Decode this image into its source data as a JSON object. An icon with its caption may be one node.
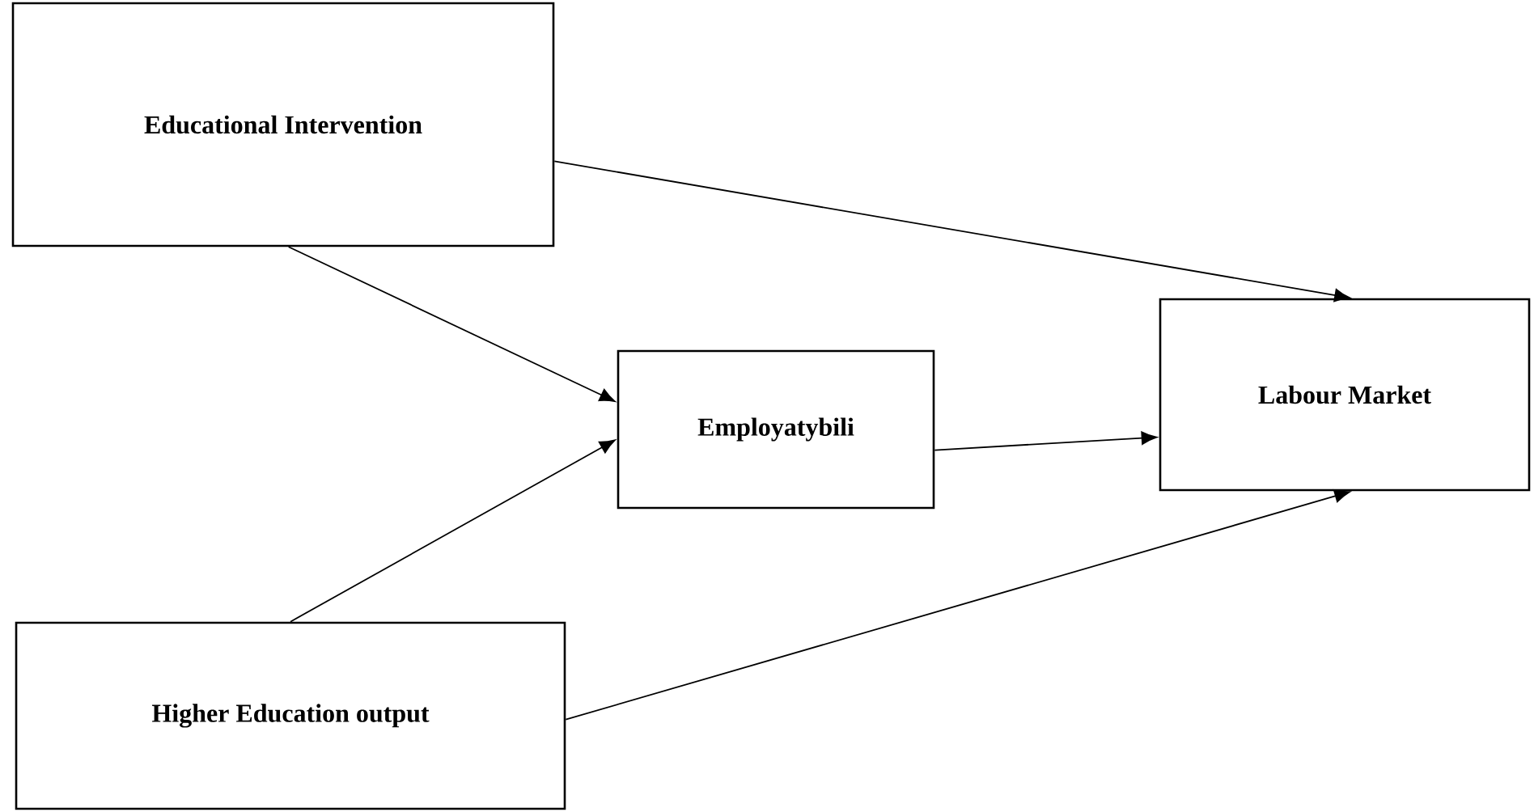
{
  "diagram": {
    "nodes": [
      {
        "text": [
          "Educational Intervention"
        ]
      },
      {
        "text": [
          "Employatybili"
        ]
      },
      {
        "text": [
          "Labour Market"
        ]
      },
      {
        "text": [
          "Higher Education output"
        ]
      }
    ],
    "edges": [
      {
        "from": 0,
        "to": 2,
        "arrow": "to"
      },
      {
        "from": 0,
        "to": 1,
        "arrow": "to"
      },
      {
        "from": 3,
        "to": 1,
        "arrow": "to"
      },
      {
        "from": 1,
        "to": 2,
        "arrow": "to"
      },
      {
        "from": 3,
        "to": 2,
        "arrow": "to"
      }
    ]
  }
}
